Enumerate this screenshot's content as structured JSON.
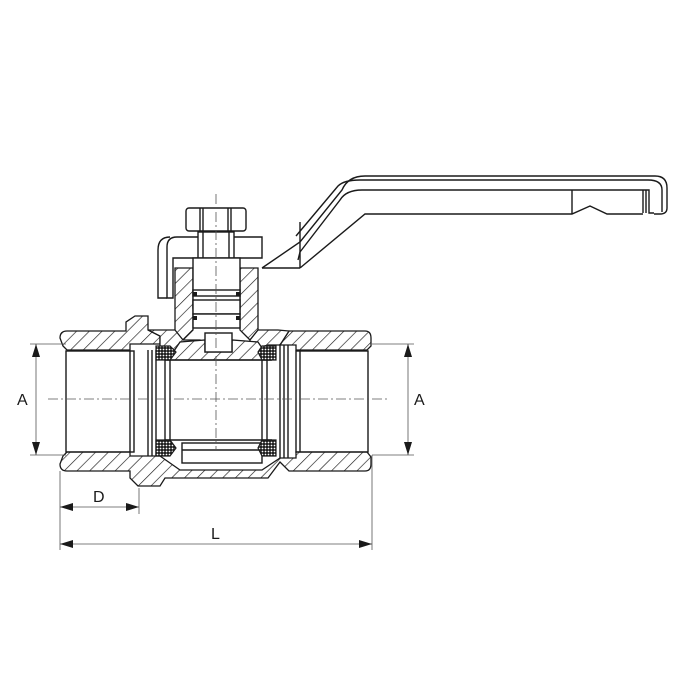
{
  "drawing": {
    "subject": "Ball valve, female-female threaded, lever handle (sectional view)",
    "colors": {
      "line": "#1a1a1a",
      "dimension": "#555555",
      "background": "#ffffff"
    }
  },
  "dimensions": {
    "left_A": {
      "label": "A",
      "meaning": "thread diameter (inlet)"
    },
    "right_A": {
      "label": "A",
      "meaning": "thread diameter (outlet)"
    },
    "D": {
      "label": "D",
      "meaning": "thread depth"
    },
    "L": {
      "label": "L",
      "meaning": "overall length"
    }
  },
  "parts": [
    "body",
    "end-connector",
    "ball",
    "seat-rings",
    "stem",
    "packing-nut",
    "lever-handle",
    "stem-nut"
  ]
}
